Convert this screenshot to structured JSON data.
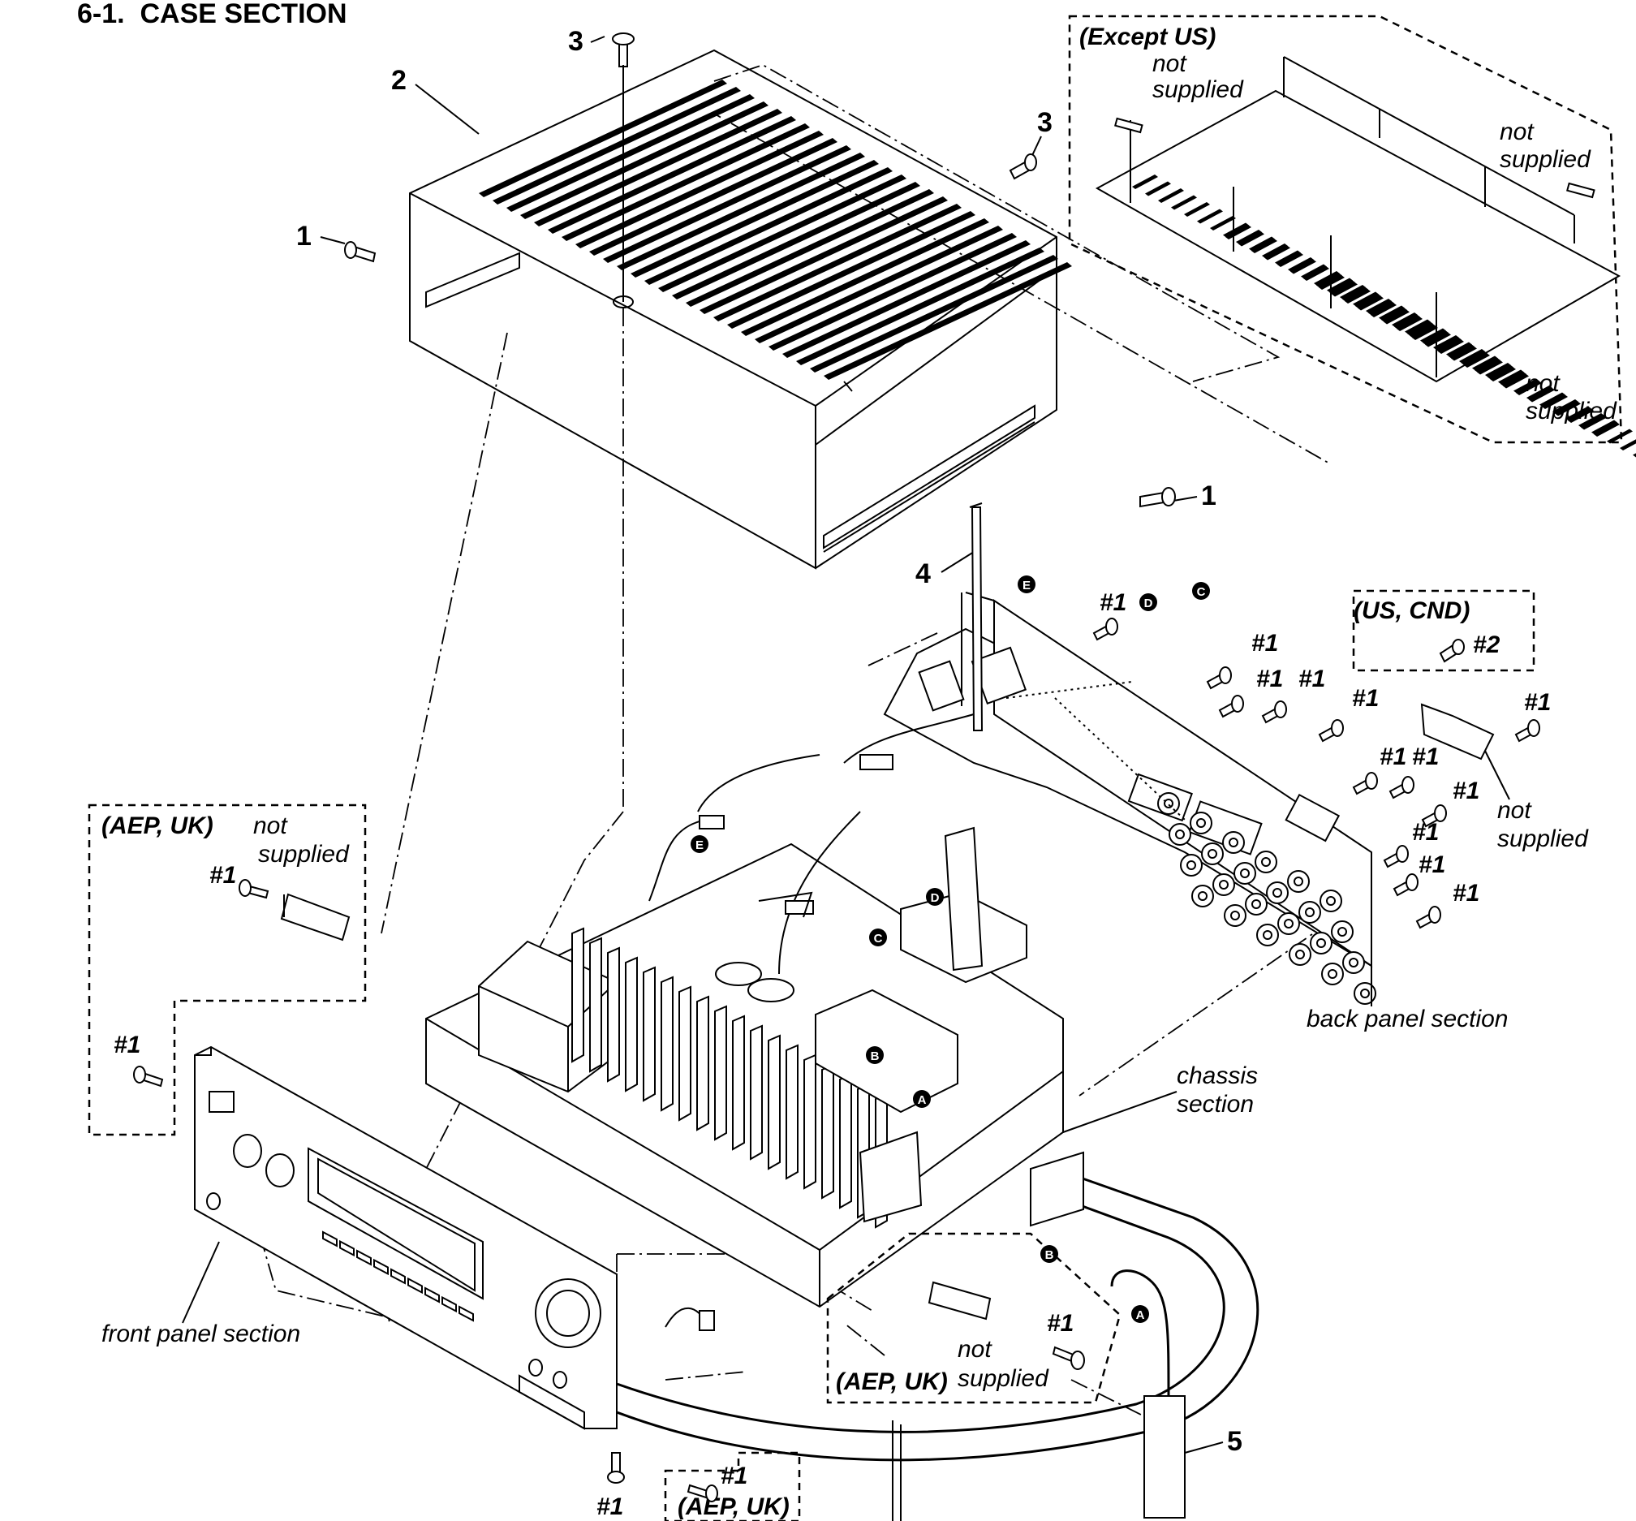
{
  "title": "6-1.  CASE SECTION",
  "part_numbers": {
    "p1": "1",
    "p2": "2",
    "p3": "3",
    "p4": "4",
    "p5": "5"
  },
  "screw_ref": {
    "s1": "#1",
    "s2": "#2"
  },
  "regions": {
    "except_us": "(Except US)",
    "us_cnd": "(US, CND)",
    "aep_uk": "(AEP, UK)"
  },
  "not_supplied": {
    "line1": "not",
    "line2": "supplied",
    "inline": "supplied"
  },
  "sections": {
    "back_panel": "back panel section",
    "chassis_line1": "chassis",
    "chassis_line2": "section",
    "front_panel": "front panel section"
  },
  "connectors": {
    "A": "A",
    "B": "B",
    "C": "C",
    "D": "D",
    "E": "E"
  }
}
